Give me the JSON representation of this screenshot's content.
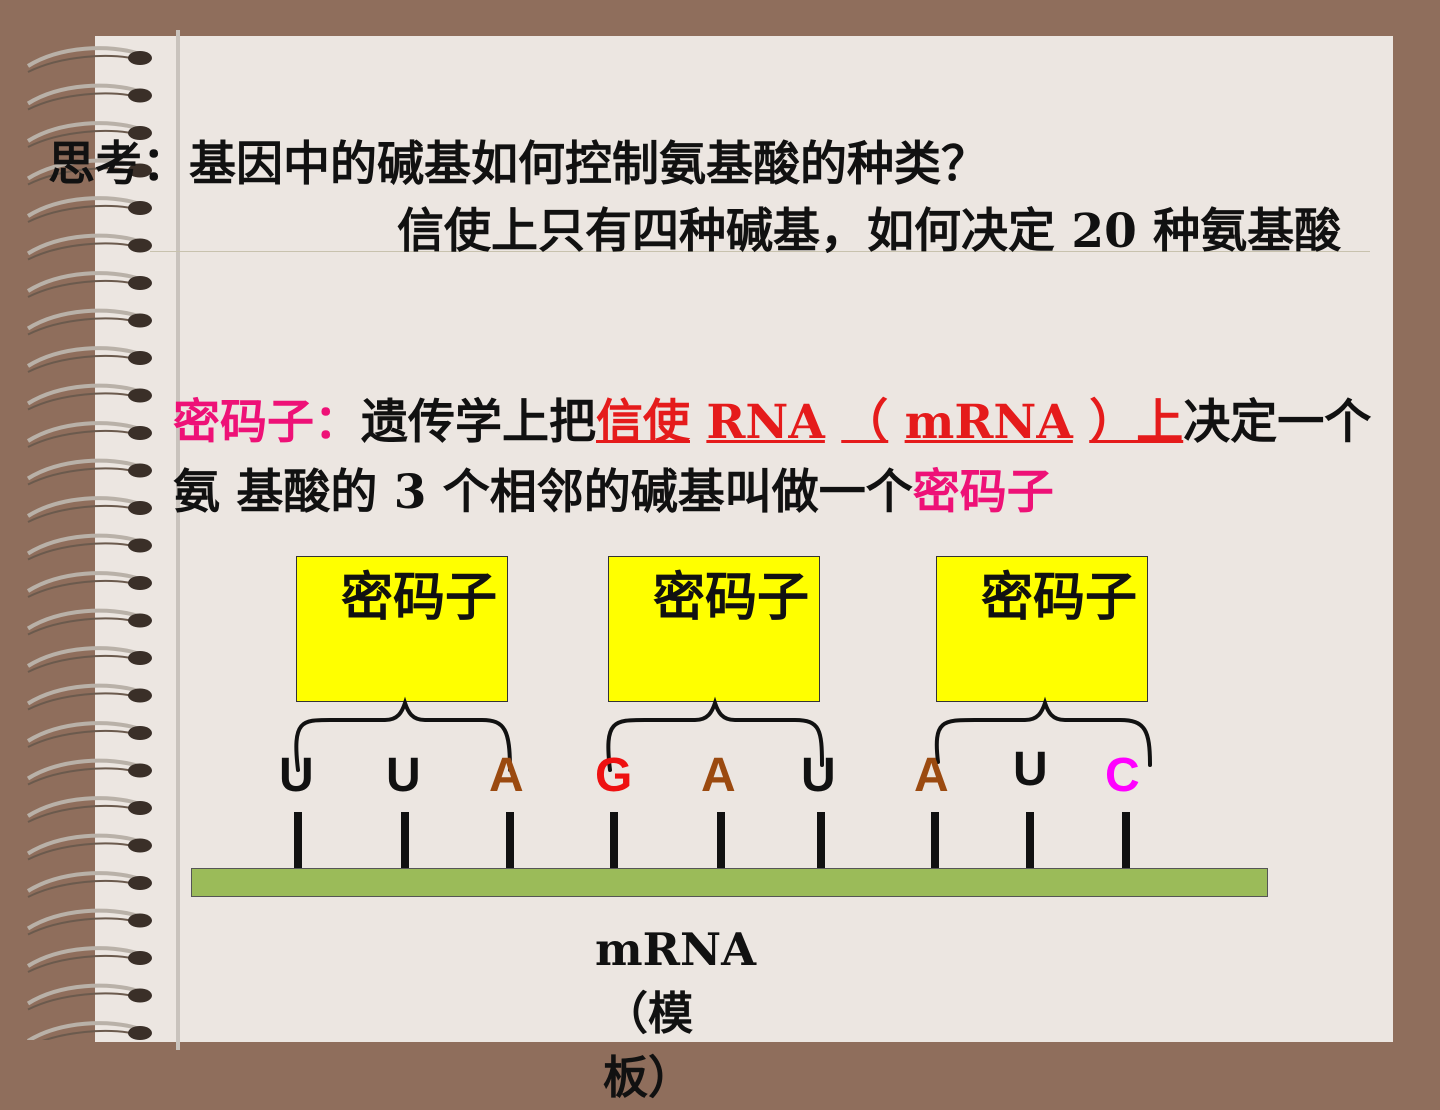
{
  "question": {
    "line1": "思考：基因中的碱基如何控制氨基酸的种类？",
    "line2": "信使上只有四种碱基，如何决定 20 种氨基酸"
  },
  "definition": {
    "term": "密码子：",
    "part1": "遗传学上把",
    "hl1": "信使",
    "hl2": "RNA",
    "hl3": "（",
    "hl4": "mRNA",
    "hl5": "）上",
    "part2": "决定一个氨 基酸的 3 个相邻的碱基叫做一个",
    "term_end": "密码子"
  },
  "codon_boxes": [
    "密码子",
    "密码子",
    "密码子"
  ],
  "bases": [
    "U",
    "U",
    "A",
    "G",
    "A",
    "U",
    "A",
    "U",
    "C"
  ],
  "base_colors": [
    "#111111",
    "#111111",
    "#9b4a10",
    "#ee1111",
    "#9b4a10",
    "#111111",
    "#9b4a10",
    "#111111",
    "#ff00ff"
  ],
  "strand_label": "mRNA（模板）",
  "strand_label_parts": [
    "mRNA",
    "（模",
    "板）"
  ]
}
